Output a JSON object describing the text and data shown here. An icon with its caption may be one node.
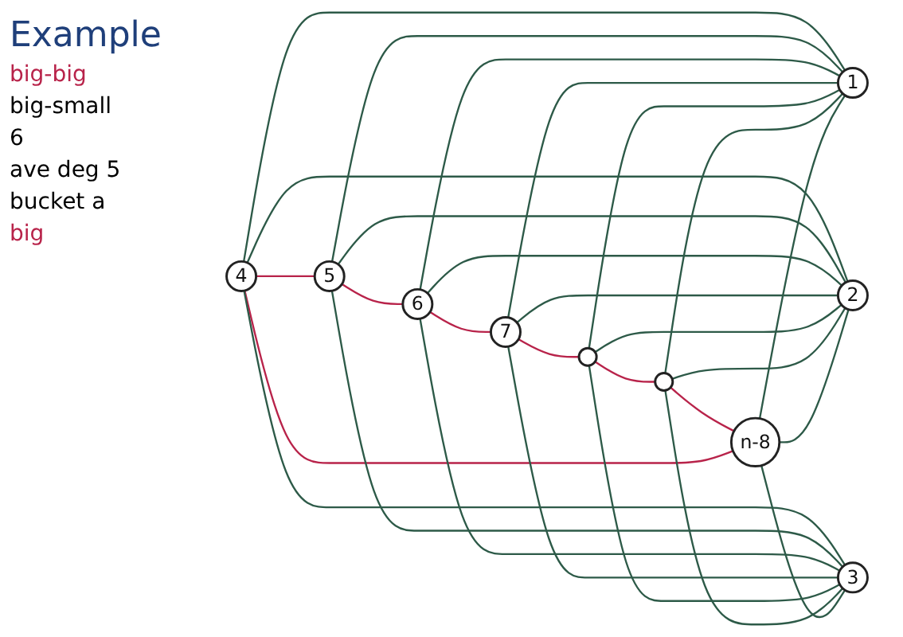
{
  "diagram": {
    "title": "Example",
    "nodes": [
      {
        "text": [
          "4"
        ]
      },
      {
        "text": [
          "5"
        ]
      },
      {
        "text": [
          "6"
        ]
      },
      {
        "text": [
          "7"
        ]
      },
      {
        "text": [],
        "shape": "circle"
      },
      {
        "text": [],
        "shape": "circle"
      },
      {
        "text": [
          "n-8"
        ]
      },
      {
        "text": [
          "1"
        ]
      },
      {
        "text": [
          "2"
        ]
      },
      {
        "text": [
          "3"
        ]
      }
    ],
    "edges": [
      {
        "from": 0,
        "to": 1,
        "arrow": "none",
        "color": "#b8234a"
      },
      {
        "from": 1,
        "to": 2,
        "arrow": "none",
        "color": "#b8234a"
      },
      {
        "from": 2,
        "to": 3,
        "arrow": "none",
        "color": "#b8234a"
      },
      {
        "from": 3,
        "to": 4,
        "arrow": "none",
        "color": "#b8234a"
      },
      {
        "from": 4,
        "to": 5,
        "arrow": "none",
        "color": "#b8234a"
      },
      {
        "from": 5,
        "to": 6,
        "arrow": "none",
        "color": "#b8234a"
      },
      {
        "from": 0,
        "to": 6,
        "arrow": "none",
        "color": "#b8234a"
      },
      {
        "from": 0,
        "to": 7,
        "arrow": "none"
      },
      {
        "from": 0,
        "to": 8,
        "arrow": "none"
      },
      {
        "from": 0,
        "to": 9,
        "arrow": "none"
      },
      {
        "from": 1,
        "to": 7,
        "arrow": "none"
      },
      {
        "from": 1,
        "to": 8,
        "arrow": "none"
      },
      {
        "from": 1,
        "to": 9,
        "arrow": "none"
      },
      {
        "from": 2,
        "to": 7,
        "arrow": "none"
      },
      {
        "from": 2,
        "to": 8,
        "arrow": "none"
      },
      {
        "from": 2,
        "to": 9,
        "arrow": "none"
      },
      {
        "from": 3,
        "to": 7,
        "arrow": "none"
      },
      {
        "from": 3,
        "to": 8,
        "arrow": "none"
      },
      {
        "from": 3,
        "to": 9,
        "arrow": "none"
      },
      {
        "from": 4,
        "to": 7,
        "arrow": "none"
      },
      {
        "from": 4,
        "to": 8,
        "arrow": "none"
      },
      {
        "from": 4,
        "to": 9,
        "arrow": "none"
      },
      {
        "from": 5,
        "to": 7,
        "arrow": "none"
      },
      {
        "from": 5,
        "to": 8,
        "arrow": "none"
      },
      {
        "from": 5,
        "to": 9,
        "arrow": "none"
      },
      {
        "from": 6,
        "to": 7,
        "arrow": "none"
      },
      {
        "from": 6,
        "to": 8,
        "arrow": "none"
      },
      {
        "from": 6,
        "to": 9,
        "arrow": "none"
      }
    ],
    "labels": [
      "big-big",
      "big-small",
      "6",
      "ave deg 5",
      "bucket a",
      "big"
    ]
  }
}
